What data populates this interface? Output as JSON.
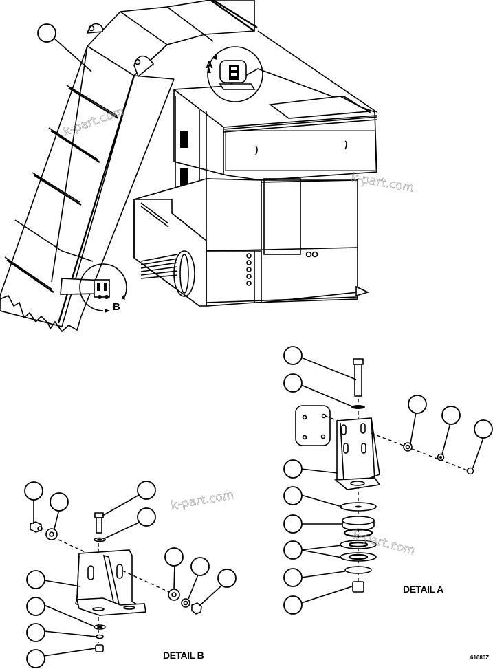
{
  "diagram": {
    "type": "exploded parts illustration",
    "main_view": {
      "description": "Isometric view of enclosure/hood assembly with angled duct chute",
      "callouts": [
        {
          "id": "main-1",
          "value": ""
        }
      ],
      "detail_refs": [
        {
          "letter": "A",
          "location": "top mount"
        },
        {
          "letter": "B",
          "location": "chute bracket"
        }
      ]
    },
    "detail_a": {
      "title": "DETAIL A",
      "callout_count": 11,
      "parts": [
        "bolt",
        "washer",
        "pad",
        "bracket",
        "washer",
        "isolator",
        "washer",
        "washer",
        "washer",
        "nut",
        "bolt",
        "lock washer",
        "flat washer"
      ]
    },
    "detail_b": {
      "title": "DETAIL B",
      "callout_count": 11,
      "parts": [
        "bolt",
        "washer",
        "bolt",
        "lock washer",
        "bracket",
        "washer",
        "lock washer",
        "nut",
        "flat washer",
        "lock washer",
        "nut"
      ]
    },
    "drawing_number": "61680Z",
    "watermarks": [
      "k-part.com",
      "k-part.com",
      "k-part.com",
      "k-part.com"
    ]
  },
  "labels": {
    "detail_a_title": "DETAIL A",
    "detail_b_title": "DETAIL B",
    "ref_a": "A",
    "ref_b": "B",
    "drawing_no": "61680Z",
    "watermark": "k-part.com"
  }
}
